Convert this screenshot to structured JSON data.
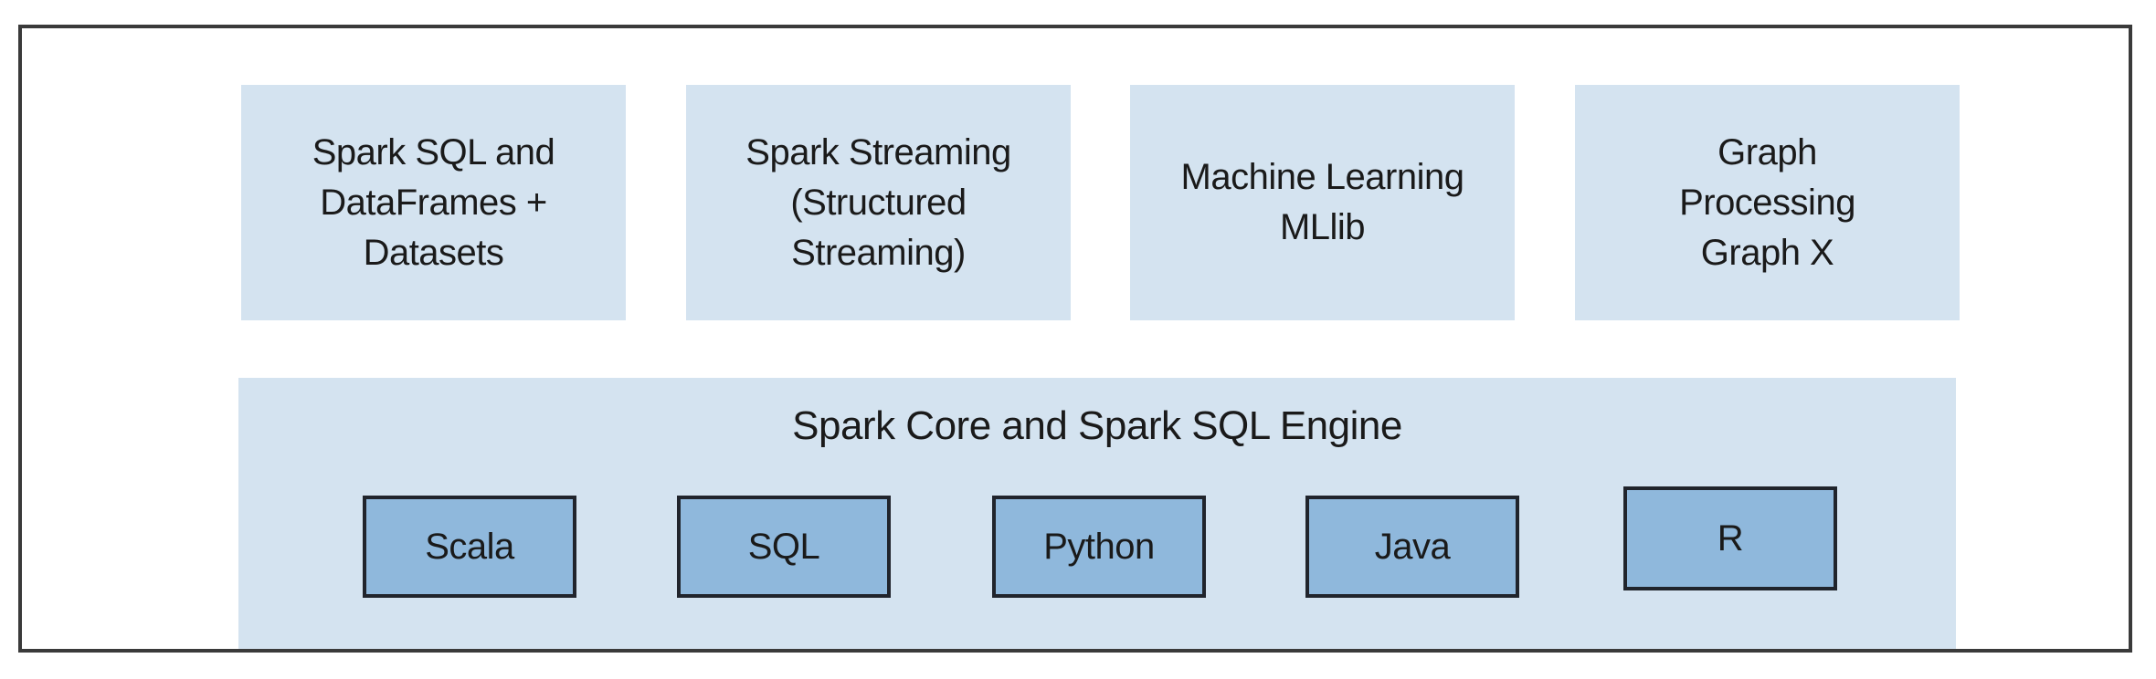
{
  "diagram": {
    "top_components": [
      {
        "id": "spark-sql",
        "label": "Spark SQL and\nDataFrames +\nDatasets"
      },
      {
        "id": "spark-streaming",
        "label": "Spark Streaming\n(Structured\nStreaming)"
      },
      {
        "id": "machine-learning",
        "label": "Machine Learning\nMLlib"
      },
      {
        "id": "graph-processing",
        "label": "Graph\nProcessing\nGraph X"
      }
    ],
    "core_layer": {
      "title": "Spark Core and Spark SQL Engine",
      "languages": [
        "Scala",
        "SQL",
        "Python",
        "Java",
        "R"
      ]
    },
    "colors": {
      "component_fill": "#d4e3f0",
      "language_fill": "#8fb8dc",
      "language_border": "#20242c",
      "frame_border": "#3a3a3a",
      "text": "#1a1a1a"
    }
  }
}
